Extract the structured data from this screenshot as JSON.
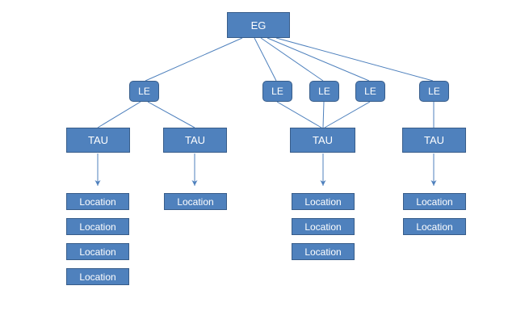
{
  "diagram": {
    "colors": {
      "node_fill": "#4f81bd",
      "node_border": "#385d8a",
      "node_text": "#ffffff",
      "connector": "#4f81bd"
    },
    "root": {
      "label": "EG"
    },
    "le_nodes": [
      {
        "label": "LE"
      },
      {
        "label": "LE"
      },
      {
        "label": "LE"
      },
      {
        "label": "LE"
      },
      {
        "label": "LE"
      }
    ],
    "tau_nodes": [
      {
        "label": "TAU"
      },
      {
        "label": "TAU"
      },
      {
        "label": "TAU"
      },
      {
        "label": "TAU"
      }
    ],
    "location_groups": [
      {
        "items": [
          {
            "label": "Location"
          },
          {
            "label": "Location"
          },
          {
            "label": "Location"
          },
          {
            "label": "Location"
          }
        ]
      },
      {
        "items": [
          {
            "label": "Location"
          }
        ]
      },
      {
        "items": [
          {
            "label": "Location"
          },
          {
            "label": "Location"
          },
          {
            "label": "Location"
          }
        ]
      },
      {
        "items": [
          {
            "label": "Location"
          },
          {
            "label": "Location"
          }
        ]
      }
    ]
  }
}
